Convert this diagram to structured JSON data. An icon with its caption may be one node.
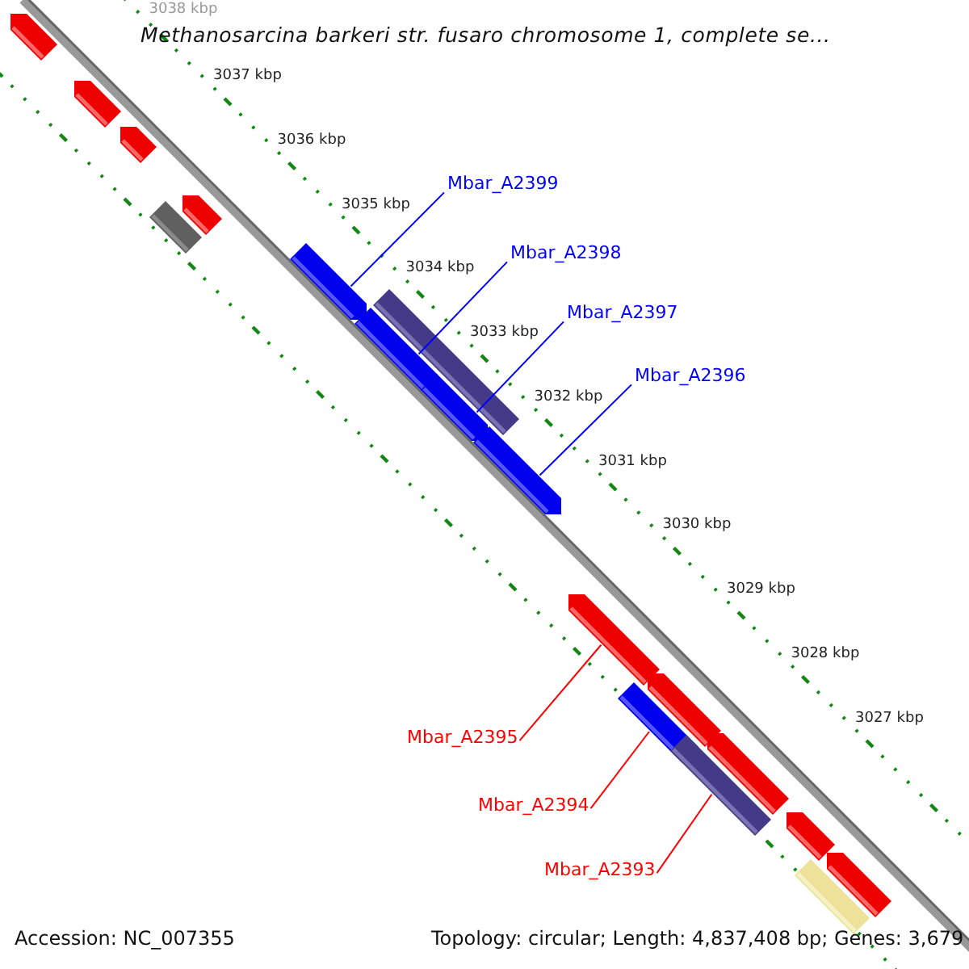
{
  "diagram": {
    "title": "Methanosarcina barkeri str. fusaro chromosome 1, complete se...",
    "nodes": [
      {
        "text": [
          "Mbar_A2399"
        ]
      },
      {
        "text": [
          "Mbar_A2398"
        ]
      },
      {
        "text": [
          "Mbar_A2397"
        ]
      },
      {
        "text": [
          "Mbar_A2396"
        ]
      },
      {
        "text": [
          "Mbar_A2395"
        ]
      },
      {
        "text": [
          "Mbar_A2394"
        ]
      },
      {
        "text": [
          "Mbar_A2393"
        ]
      },
      {
        "text": [],
        "shape": "bar"
      },
      {
        "text": [],
        "shape": "bar"
      },
      {
        "text": [],
        "shape": "bar"
      },
      {
        "text": [],
        "shape": "bar"
      },
      {
        "text": [],
        "shape": "bar"
      },
      {
        "text": [],
        "shape": "bar"
      },
      {
        "text": [],
        "shape": "bar"
      },
      {
        "text": [],
        "shape": "bar"
      },
      {
        "text": [],
        "shape": "bar"
      },
      {
        "text": [],
        "shape": "bar"
      },
      {
        "text": [],
        "shape": "bar"
      },
      {
        "text": [],
        "shape": "bar"
      },
      {
        "text": [],
        "shape": "bar"
      },
      {
        "text": [],
        "shape": "bar"
      },
      {
        "text": [],
        "shape": "bar"
      },
      {
        "text": [],
        "shape": "bar"
      },
      {
        "text": [],
        "shape": "bar"
      },
      {
        "text": [],
        "shape": "bar"
      }
    ],
    "edges": [
      {
        "from": 0,
        "to": 12,
        "arrow": "none",
        "color": "#0000ff"
      },
      {
        "from": 1,
        "to": 13,
        "arrow": "none",
        "color": "#0000ff"
      },
      {
        "from": 2,
        "to": 15,
        "arrow": "none",
        "color": "#0000ff"
      },
      {
        "from": 3,
        "to": 16,
        "arrow": "none",
        "color": "#0000ff"
      },
      {
        "from": 4,
        "to": 17,
        "arrow": "none",
        "color": "#ff0000"
      },
      {
        "from": 5,
        "to": 18,
        "arrow": "none",
        "color": "#ff0000"
      },
      {
        "from": 6,
        "to": 20,
        "arrow": "none",
        "color": "#ff0000"
      }
    ],
    "labels": [
      "3038 kbp",
      "3037 kbp",
      "3036 kbp",
      "3035 kbp",
      "3034 kbp",
      "3033 kbp",
      "3032 kbp",
      "3031 kbp",
      "3030 kbp",
      "3029 kbp",
      "3028 kbp",
      "3027 kbp",
      "Accession: NC_007355",
      "Topology: circular; Length: 4,837,408 bp; Genes: 3,679"
    ]
  }
}
